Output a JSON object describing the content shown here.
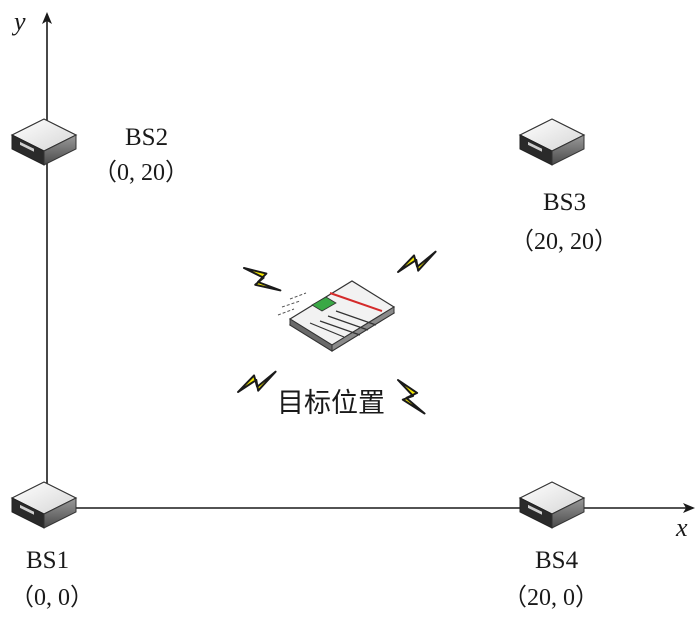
{
  "axes": {
    "x_label": "x",
    "y_label": "y"
  },
  "base_stations": [
    {
      "name": "BS1",
      "coord": "（0, 0）"
    },
    {
      "name": "BS2",
      "coord": "（0, 20）"
    },
    {
      "name": "BS3",
      "coord": "（20, 20）"
    },
    {
      "name": "BS4",
      "coord": "（20, 0）"
    }
  ],
  "target": {
    "label": "目标位置",
    "icon": "newspaper-icon",
    "signal_icon": "lightning-icon",
    "signal_color": "#f2e600"
  },
  "icons": {
    "base_station": "router-icon"
  }
}
